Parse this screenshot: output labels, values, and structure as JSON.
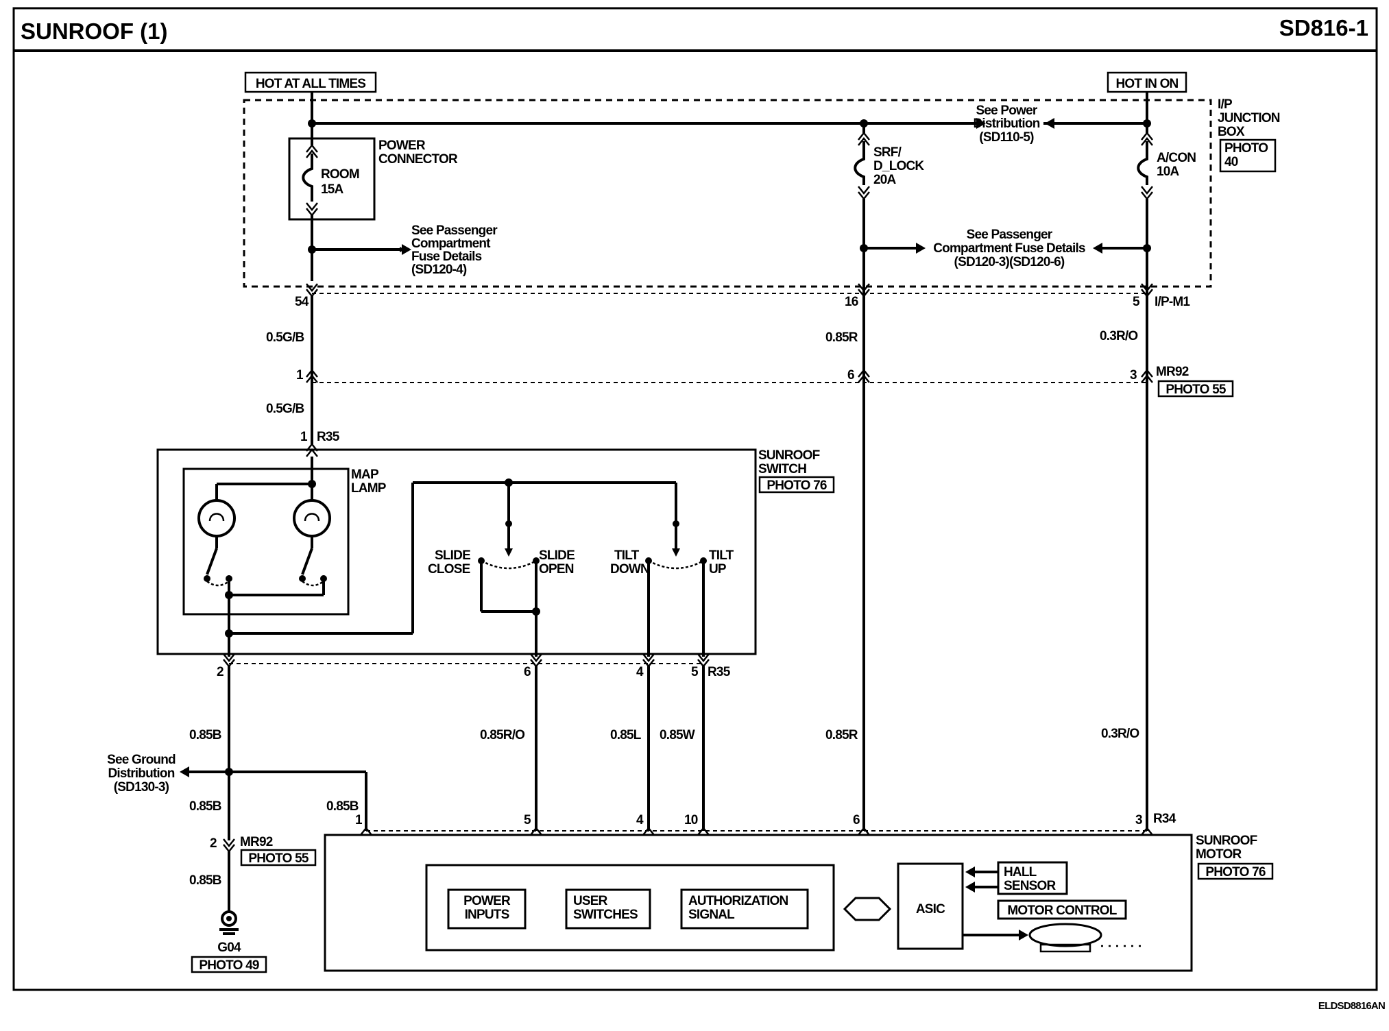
{
  "header": {
    "title": "SUNROOF (1)",
    "code": "SD816-1"
  },
  "footer_code": "ELDSD8816AN",
  "power": {
    "hot_at_all_times": "HOT AT ALL TIMES",
    "hot_in_on": "HOT IN ON"
  },
  "junction_box": {
    "name": [
      "I/P",
      "JUNCTION",
      "BOX"
    ],
    "photo": [
      "PHOTO",
      "40"
    ],
    "connector": "I/P-M1"
  },
  "power_connector": [
    "POWER",
    "CONNECTOR"
  ],
  "fuses": {
    "room": [
      "ROOM",
      "15A"
    ],
    "srf": [
      "SRF/",
      "D_LOCK",
      "20A"
    ],
    "acon": [
      "A/CON",
      "10A"
    ]
  },
  "refs": {
    "power_distribution": [
      "See Power",
      "Distribution",
      "(SD110-5)"
    ],
    "passenger_fuse_1": [
      "See Passenger",
      "Compartment",
      "Fuse Details",
      "(SD120-4)"
    ],
    "passenger_fuse_2": [
      "See Passenger",
      "Compartment Fuse Details",
      "(SD120-3)(SD120-6)"
    ],
    "ground_distribution": [
      "See Ground",
      "Distribution",
      "(SD130-3)"
    ]
  },
  "pins": {
    "jb_54": "54",
    "jb_16": "16",
    "jb_5": "5",
    "mr92_1": "1",
    "mr92_6": "6",
    "mr92_3": "3",
    "mr92_2": "2",
    "r35_1": "1",
    "r35_2": "2",
    "r35_6": "6",
    "r35_4": "4",
    "r35_5": "5",
    "r34_1": "1",
    "r34_5": "5",
    "r34_4": "4",
    "r34_10": "10",
    "r34_6": "6",
    "r34_3": "3"
  },
  "connectors": {
    "mr92": "MR92",
    "r35": "R35",
    "r34": "R34"
  },
  "photos": {
    "mr92_top": "PHOTO 55",
    "mr92_bottom": "PHOTO 55",
    "switch": "PHOTO 76",
    "motor": "PHOTO 76",
    "ground": "PHOTO 49"
  },
  "wires": {
    "g_b_1": "0.5G/B",
    "g_b_2": "0.5G/B",
    "r_1": "0.85R",
    "r_2": "0.85R",
    "ro_1": "0.3R/O",
    "ro_2": "0.3R/O",
    "b_1": "0.85B",
    "b_2": "0.85B",
    "b_3": "0.85B",
    "b_4": "0.85B",
    "r_o": "0.85R/O",
    "l": "0.85L",
    "w": "0.85W"
  },
  "switch": {
    "name": [
      "SUNROOF",
      "SWITCH"
    ],
    "map_lamp": [
      "MAP",
      "LAMP"
    ],
    "slide_close": [
      "SLIDE",
      "CLOSE"
    ],
    "slide_open": [
      "SLIDE",
      "OPEN"
    ],
    "tilt_down": [
      "TILT",
      "DOWN"
    ],
    "tilt_up": [
      "TILT",
      "UP"
    ]
  },
  "motor": {
    "name": [
      "SUNROOF",
      "MOTOR"
    ],
    "power_inputs": [
      "POWER",
      "INPUTS"
    ],
    "user_switches": [
      "USER",
      "SWITCHES"
    ],
    "auth_signal": [
      "AUTHORIZATION",
      "SIGNAL"
    ],
    "asic": "ASIC",
    "hall_sensor": [
      "HALL",
      "SENSOR"
    ],
    "motor_control": "MOTOR CONTROL"
  },
  "ground": {
    "id": "G04"
  }
}
